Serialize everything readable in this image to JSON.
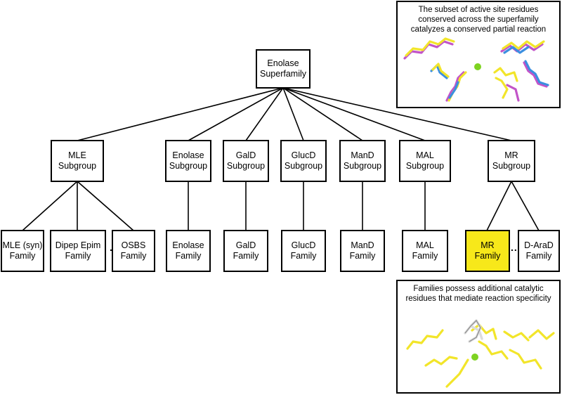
{
  "root": {
    "line1": "Enolase",
    "line2": "Superfamily"
  },
  "subgroups": [
    {
      "line1": "MLE",
      "line2": "Subgroup"
    },
    {
      "line1": "Enolase",
      "line2": "Subgroup"
    },
    {
      "line1": "GalD",
      "line2": "Subgroup"
    },
    {
      "line1": "GlucD",
      "line2": "Subgroup"
    },
    {
      "line1": "ManD",
      "line2": "Subgroup"
    },
    {
      "line1": "MAL",
      "line2": "Subgroup"
    },
    {
      "line1": "MR",
      "line2": "Subgroup"
    }
  ],
  "families": [
    {
      "line1": "MLE (syn)",
      "line2": "Family"
    },
    {
      "line1": "Dipep Epim",
      "line2": "Family"
    },
    {
      "line1": "OSBS",
      "line2": "Family"
    },
    {
      "line1": "Enolase",
      "line2": "Family"
    },
    {
      "line1": "GalD",
      "line2": "Family"
    },
    {
      "line1": "GlucD",
      "line2": "Family"
    },
    {
      "line1": "ManD",
      "line2": "Family"
    },
    {
      "line1": "MAL",
      "line2": "Family"
    },
    {
      "line1": "MR",
      "line2": "Family"
    },
    {
      "line1": "D-AraD",
      "line2": "Family"
    }
  ],
  "ellipses": [
    "...",
    "..."
  ],
  "panels": {
    "top": {
      "line1": "The subset of active site residues",
      "line2": "conserved across the superfamily",
      "line3": "catalyzes a conserved partial reaction"
    },
    "bottom": {
      "line1": "Families possess additional catalytic",
      "line2": "residues that mediate reaction specificity"
    }
  },
  "colors": {
    "highlight": "#f7e81a",
    "yellow": "#f2e52a",
    "magenta": "#c254c8",
    "blue": "#3b8fe0",
    "green": "#7ed321",
    "white": "#dcdcdc"
  }
}
